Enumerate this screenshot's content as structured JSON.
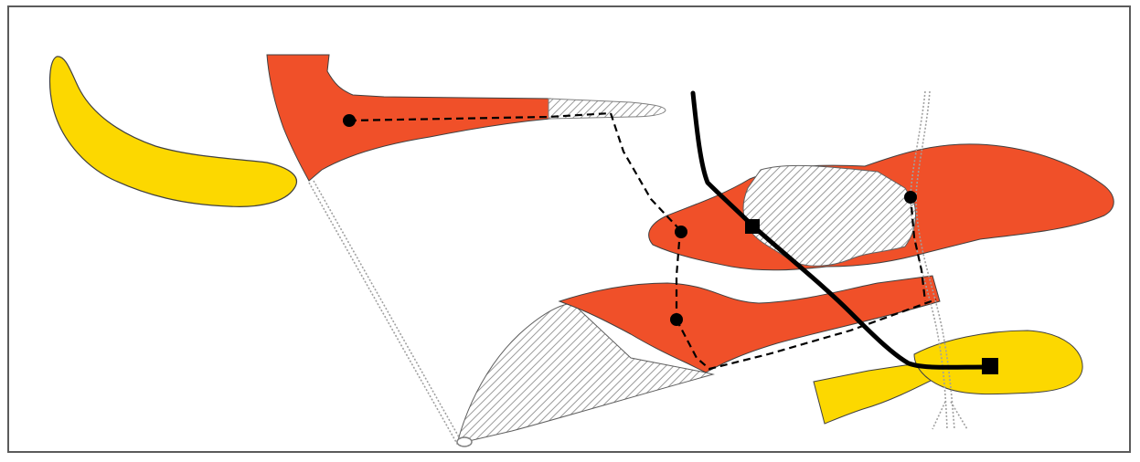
{
  "diagram": {
    "colors": {
      "orange": "#f05029",
      "yellow": "#fcd800",
      "hatch": "#9a9a9a",
      "ink": "#000000",
      "frame": "#5b5b5b",
      "background": "#ffffff"
    },
    "shapes": [
      "yellow-blob-top-left",
      "orange-funnel-top",
      "grey-hatched-tip-top",
      "orange-lens-middle-right",
      "grey-hatched-patch-middle",
      "grey-hatched-fan-bottom",
      "orange-wedge-bottom",
      "yellow-blob-bottom-right",
      "yellow-strip-bottom-right"
    ],
    "markers": {
      "circle_count": 4,
      "square_count": 2
    },
    "line_styles": [
      "dashed-black",
      "dotted-grey-double",
      "solid-black-thick"
    ]
  }
}
